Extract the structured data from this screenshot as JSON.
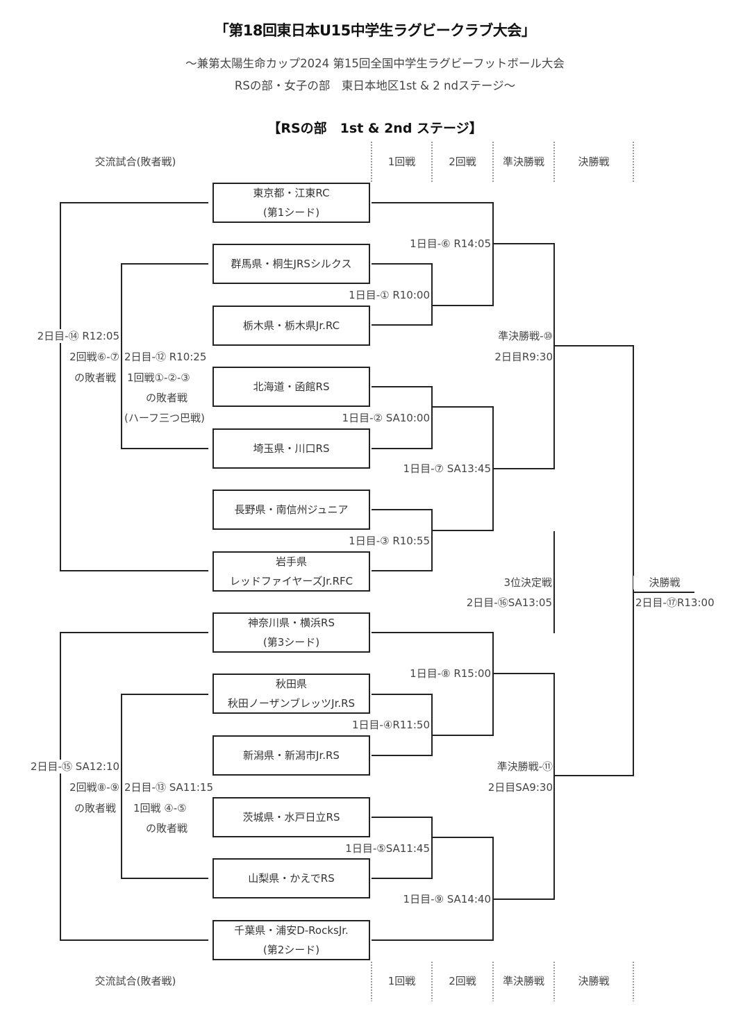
{
  "title": "「第18回東日本U15中学生ラグビークラブ大会」",
  "subtitle_line1": "〜兼第太陽生命カップ2024 第15回全国中学生ラグビーフットボール大会",
  "subtitle_line2": "RSの部・女子の部　東日本地区1st & 2 ndステージ〜",
  "section_title": "【RSの部　1st & 2nd ステージ】",
  "headers": {
    "consolation": "交流試合(敗者戦)",
    "round1": "1回戦",
    "round2": "2回戦",
    "semifinal": "準決勝戦",
    "final": "決勝戦"
  },
  "teams": [
    {
      "line1": "東京都・江東RC",
      "line2": "(第1シード)"
    },
    {
      "line1": "群馬県・桐生JRSシルクス",
      "line2": ""
    },
    {
      "line1": "栃木県・栃木県Jr.RC",
      "line2": ""
    },
    {
      "line1": "北海道・函館RS",
      "line2": ""
    },
    {
      "line1": "埼玉県・川口RS",
      "line2": ""
    },
    {
      "line1": "長野県・南信州ジュニア",
      "line2": ""
    },
    {
      "line1": "岩手県",
      "line2": "レッドファイヤーズJr.RFC"
    },
    {
      "line1": "神奈川県・横浜RS",
      "line2": "(第3シード)"
    },
    {
      "line1": "秋田県",
      "line2": "秋田ノーザンブレッツJr.RS"
    },
    {
      "line1": "新潟県・新潟市Jr.RS",
      "line2": ""
    },
    {
      "line1": "茨城県・水戸日立RS",
      "line2": ""
    },
    {
      "line1": "山梨県・かえでRS",
      "line2": ""
    },
    {
      "line1": "千葉県・浦安D-RocksJr.",
      "line2": "(第2シード)"
    }
  ],
  "matches": {
    "m1": "1日目-① R10:00",
    "m2": "1日目-② SA10:00",
    "m3": "1日目-③ R10:55",
    "m4": "1日目-④R11:50",
    "m5": "1日目-⑤SA11:45",
    "m6": "1日目-⑥ R14:05",
    "m7": "1日目-⑦ SA13:45",
    "m8": "1日目-⑧ R15:00",
    "m9": "1日目-⑨ SA14:40",
    "sf10_name": "準決勝戦-⑩",
    "sf10_time": "2日目R9:30",
    "sf11_name": "準決勝戦-⑪",
    "sf11_time": "2日目SA9:30",
    "third_name": "3位決定戦",
    "third_time": "2日目-⑯SA13:05",
    "final_name": "決勝戦",
    "final_time": "2日目-⑰R13:00"
  },
  "consolation": {
    "c12_time": "2日目-⑫ R10:25",
    "c12_desc1": "1回戦①-②-③",
    "c12_desc2": "の敗者戦",
    "c12_desc3": "(ハーフ三つ巴戦)",
    "c14_time": "2日目-⑭ R12:05",
    "c14_desc1": "2回戦⑥-⑦",
    "c14_desc2": "の敗者戦",
    "c13_time": "2日目-⑬ SA11:15",
    "c13_desc1": "1回戦 ④-⑤",
    "c13_desc2": "の敗者戦",
    "c15_time": "2日目-⑮ SA12:10",
    "c15_desc1": "2回戦⑧-⑨",
    "c15_desc2": "の敗者戦"
  }
}
